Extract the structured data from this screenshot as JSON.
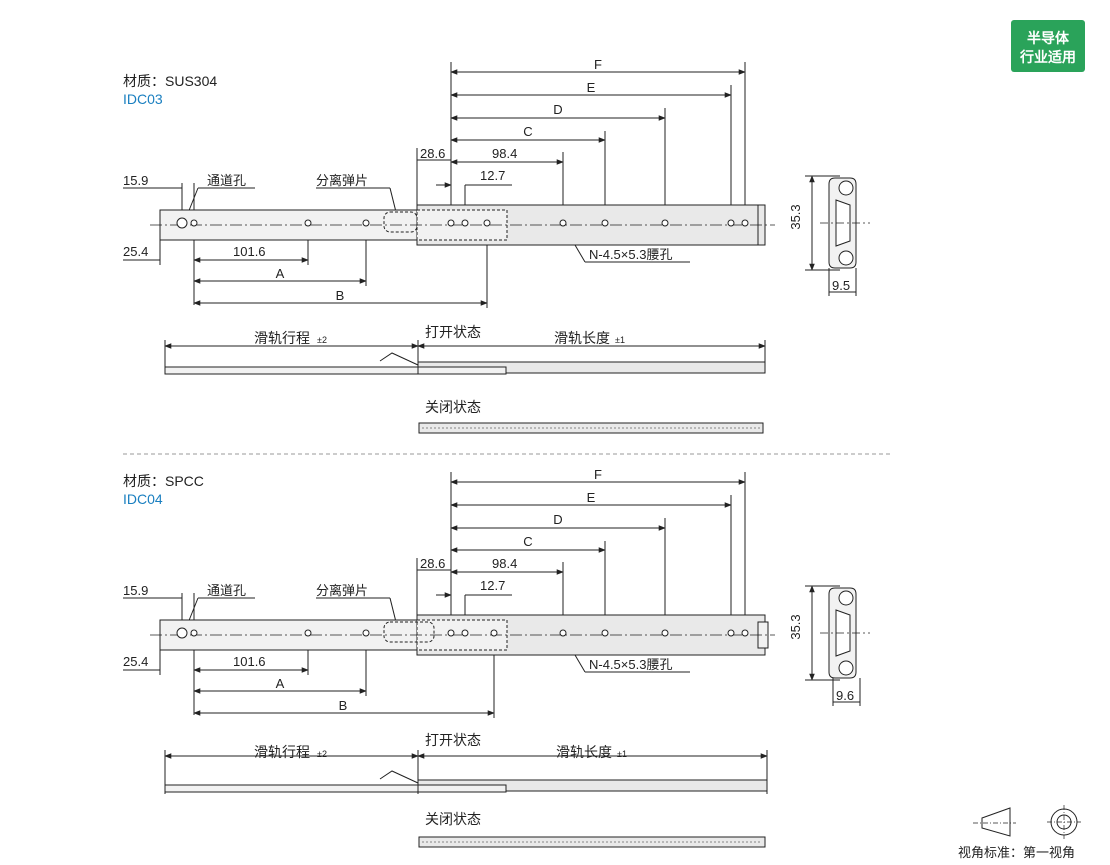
{
  "badge": {
    "line1": "半导体",
    "line2": "行业适用",
    "color": "#2aa35a"
  },
  "colors": {
    "model": "#1a7fc0",
    "rail_length": "#8c2a8c",
    "line": "#222222"
  },
  "sections": [
    {
      "material": "材质：SUS304",
      "model": "IDC03",
      "labels": {
        "through_hole": "通道孔",
        "spring": "分离弹片",
        "slot": "N-4.5×5.3腰孔"
      },
      "dims": {
        "F": "F",
        "E": "E",
        "D": "D",
        "C": "C",
        "d286": "28.6",
        "d984": "98.4",
        "d127": "12.7",
        "d159": "15.9",
        "d254": "25.4",
        "d1016": "101.6",
        "A": "A",
        "B": "B",
        "h353": "35.3",
        "w": "9.5"
      },
      "states": {
        "travel": "滑轨行程",
        "travel_tol": "±2",
        "open": "打开状态",
        "length": "滑轨长度",
        "length_tol": "±1",
        "closed": "关闭状态"
      }
    },
    {
      "material": "材质：SPCC",
      "model": "IDC04",
      "labels": {
        "through_hole": "通道孔",
        "spring": "分离弹片",
        "slot": "N-4.5×5.3腰孔"
      },
      "dims": {
        "F": "F",
        "E": "E",
        "D": "D",
        "C": "C",
        "d286": "28.6",
        "d984": "98.4",
        "d127": "12.7",
        "d159": "15.9",
        "d254": "25.4",
        "d1016": "101.6",
        "A": "A",
        "B": "B",
        "h353": "35.3",
        "w": "9.6"
      },
      "states": {
        "travel": "滑轨行程",
        "travel_tol": "±2",
        "open": "打开状态",
        "length": "滑轨长度",
        "length_tol": "±1",
        "closed": "关闭状态"
      }
    }
  ],
  "projection": {
    "label": "视角标准：第一视角"
  }
}
